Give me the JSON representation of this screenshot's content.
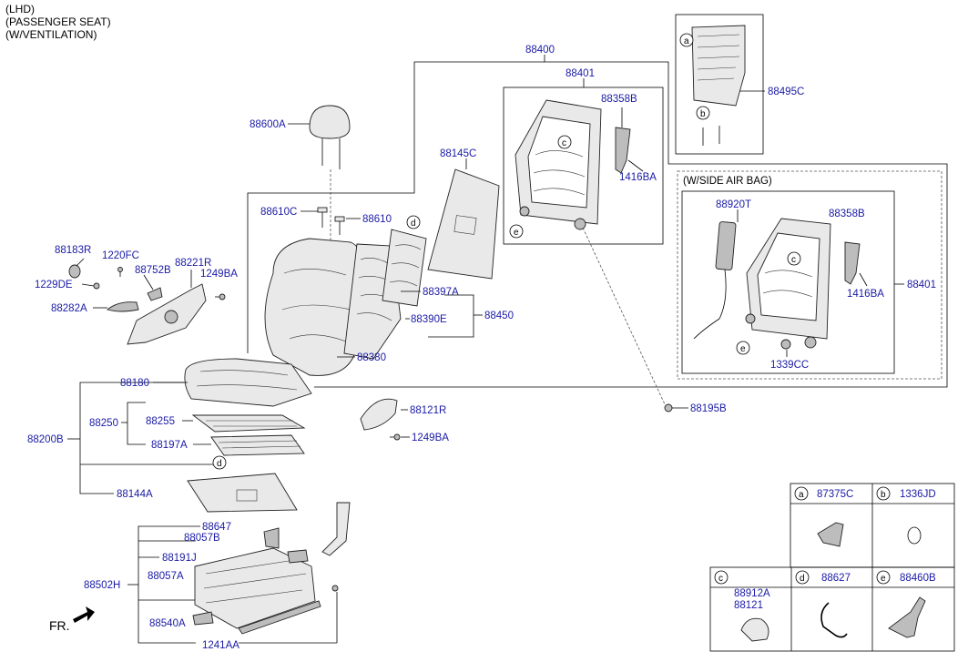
{
  "header": {
    "line1": "(LHD)",
    "line2": "(PASSENGER SEAT)",
    "line3": "(W/VENTILATION)"
  },
  "labels": {
    "p88400": "88400",
    "p88401_top": "88401",
    "p88358B_top": "88358B",
    "p1416BA_top": "1416BA",
    "p88495C": "88495C",
    "p88145C": "88145C",
    "p88600A": "88600A",
    "p88610C": "88610C",
    "p88610": "88610",
    "p88183R": "88183R",
    "p1220FC": "1220FC",
    "p88752B": "88752B",
    "p88221R": "88221R",
    "p1229DE": "1229DE",
    "p1249BA_top": "1249BA",
    "p88282A": "88282A",
    "p88397A": "88397A",
    "p88390E": "88390E",
    "p88450": "88450",
    "p88380": "88380",
    "side_airbag_title": "(W/SIDE AIR BAG)",
    "p88920T": "88920T",
    "p88358B_side": "88358B",
    "p1416BA_side": "1416BA",
    "p88401_side": "88401",
    "p1339CC": "1339CC",
    "p88180": "88180",
    "p88250": "88250",
    "p88255": "88255",
    "p88200B": "88200B",
    "p88197A": "88197A",
    "p88144A": "88144A",
    "p88121R": "88121R",
    "p1249BA_bot": "1249BA",
    "p88195B": "88195B",
    "p88647": "88647",
    "p88057B": "88057B",
    "p88191J": "88191J",
    "p88057A": "88057A",
    "p88502H": "88502H",
    "p88540A": "88540A",
    "p1241AA": "1241AA",
    "fr": "FR."
  },
  "callouts": {
    "a": "a",
    "b": "b",
    "c": "c",
    "d": "d",
    "e": "e"
  },
  "legend": {
    "cells": [
      {
        "letter": "a",
        "part": "87375C"
      },
      {
        "letter": "b",
        "part": "1336JD"
      },
      {
        "letter": "c",
        "part": "88912A",
        "part2": "88121"
      },
      {
        "letter": "d",
        "part": "88627"
      },
      {
        "letter": "e",
        "part": "88460B"
      }
    ]
  }
}
